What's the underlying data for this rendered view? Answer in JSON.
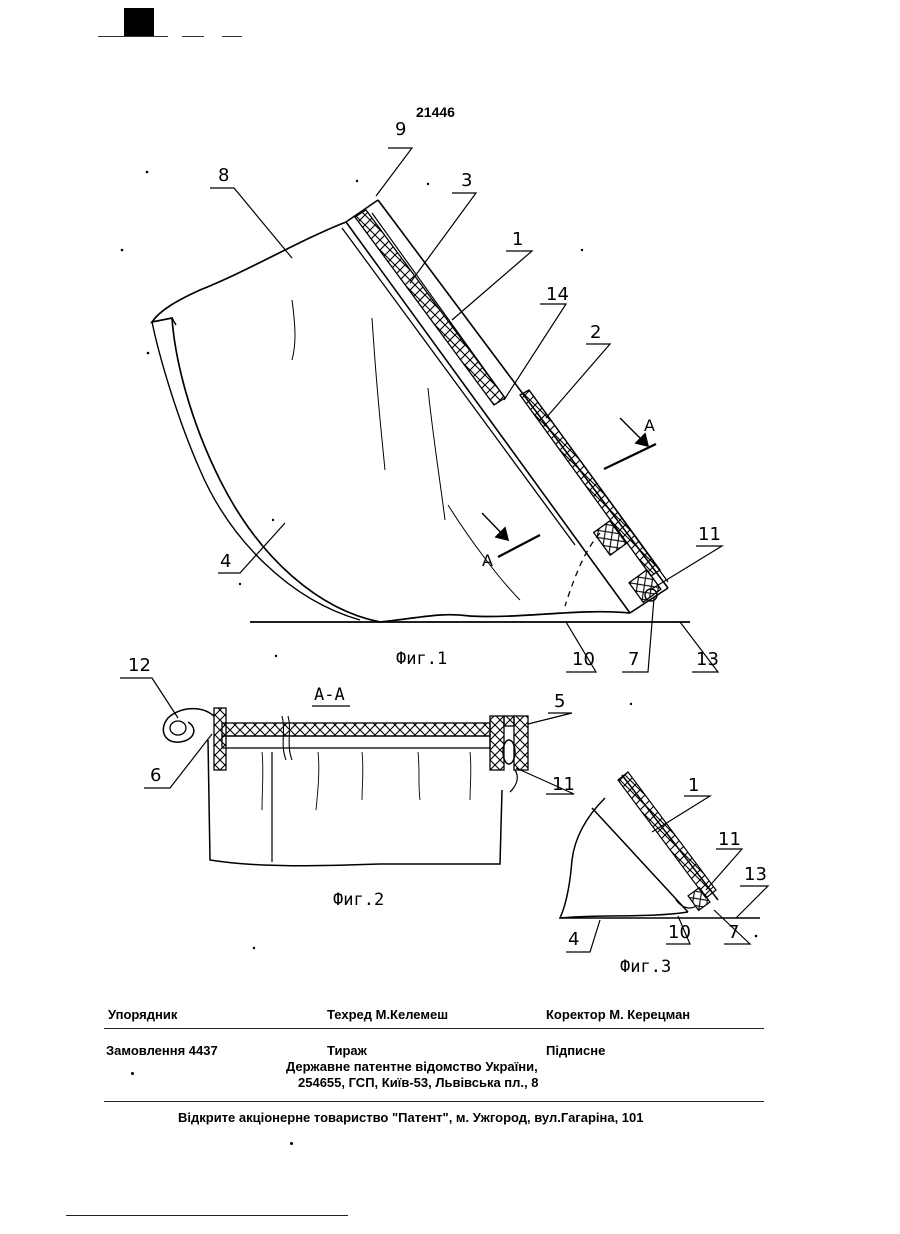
{
  "patent_number": "21446",
  "figures": {
    "fig1": {
      "caption": "Фиг.1",
      "labels": [
        "9",
        "8",
        "3",
        "1",
        "14",
        "2",
        "A",
        "A",
        "11",
        "4",
        "10",
        "7",
        "13"
      ]
    },
    "fig2": {
      "caption": "Фиг.2",
      "section": "А-А",
      "labels": [
        "12",
        "5",
        "6",
        "11"
      ]
    },
    "fig3": {
      "caption": "Фиг.3",
      "labels": [
        "1",
        "11",
        "13",
        "4",
        "10",
        "7"
      ]
    }
  },
  "imprint": {
    "compiler_label": "Упорядник",
    "techred": "Техред М.Келемеш",
    "corrector": "Коректор  М. Керецман",
    "order": "Замовлення  4437",
    "circulation": "Тираж",
    "subscription": "Підписне",
    "office_line1": "Державне  патентне  відомство  України,",
    "office_line2": "254655, ГСП, Київ-53, Львівська пл., 8",
    "publisher": "Відкрите акціонерне товариство \"Патент\", м. Ужгород, вул.Гагаріна, 101"
  }
}
